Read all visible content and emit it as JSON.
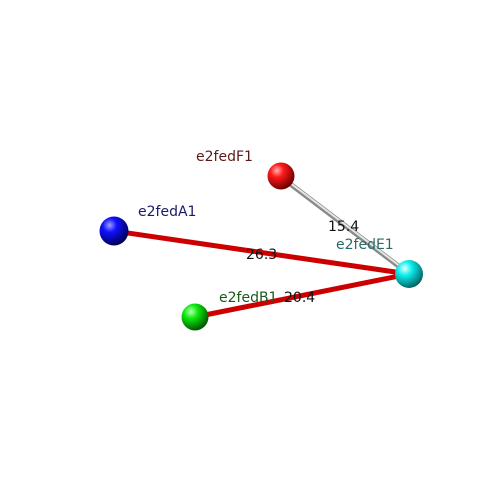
{
  "nodes": {
    "f1": {
      "label": "e2fedF1",
      "color": "#e00000",
      "label_color": "#5a1a1a"
    },
    "a1": {
      "label": "e2fedA1",
      "color": "#0000dd",
      "label_color": "#1a1a6a"
    },
    "e1": {
      "label": "e2fedE1",
      "color": "#00e6e6",
      "label_color": "#2a6a6a"
    },
    "b1": {
      "label": "e2fedB1",
      "color": "#00dd00",
      "label_color": "#1a5a1a"
    }
  },
  "edges": {
    "f1_e1": {
      "label": "15.4",
      "color": "#c8c8c8"
    },
    "a1_e1": {
      "label": "26.3",
      "color": "#dd0000"
    },
    "b1_e1": {
      "label": "20.4",
      "color": "#dd0000"
    }
  }
}
